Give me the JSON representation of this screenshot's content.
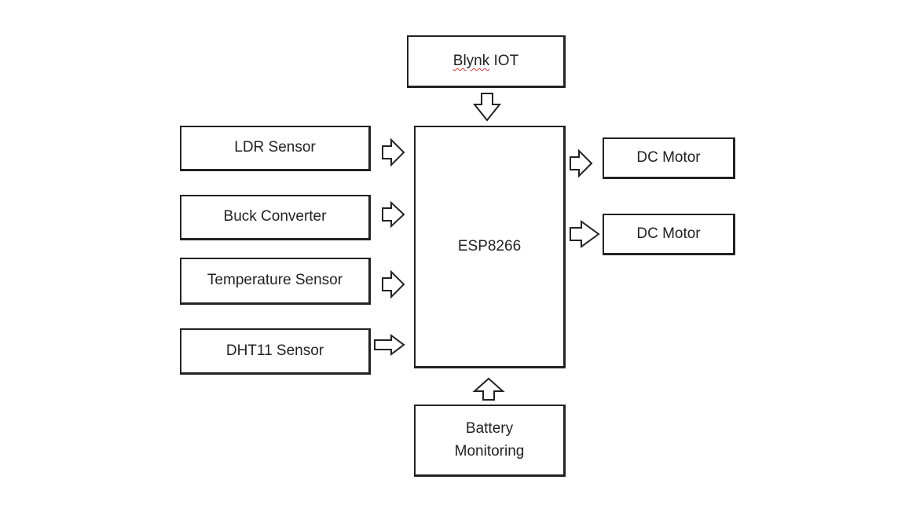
{
  "diagram": {
    "top": {
      "name": "Blynk",
      "suffix": " IOT"
    },
    "controller": "ESP8266",
    "inputs": [
      "LDR Sensor",
      "Buck Converter",
      "Temperature Sensor",
      "DHT11 Sensor"
    ],
    "outputs": [
      "DC Motor",
      "DC Motor"
    ],
    "bottom": {
      "line1": "Battery",
      "line2": "Monitoring"
    }
  }
}
